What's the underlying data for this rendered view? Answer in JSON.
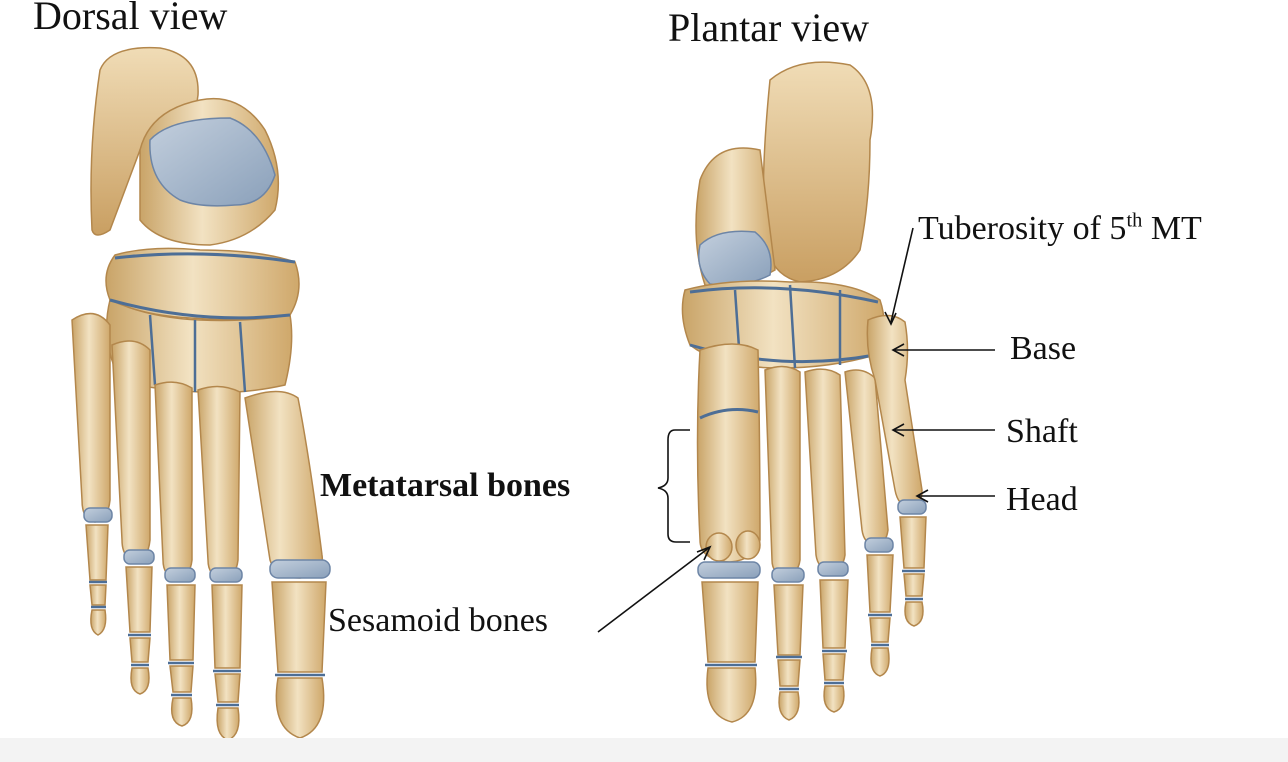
{
  "titles": {
    "dorsal": "Dorsal view",
    "plantar": "Plantar view"
  },
  "labels": {
    "tuberosity_prefix": "Tuberosity of 5",
    "tuberosity_sup": "th",
    "tuberosity_suffix": " MT",
    "base": "Base",
    "shaft": "Shaft",
    "head": "Head",
    "metatarsal": "Metatarsal bones",
    "sesamoid": "Sesamoid bones"
  },
  "colors": {
    "bone": "#e3c796",
    "bone_shade": "#c9a468",
    "bone_light": "#f2e2c2",
    "bone_outline": "#b3874c",
    "cartilage": "#a7b8cc",
    "joint_line": "#4d6e96"
  }
}
